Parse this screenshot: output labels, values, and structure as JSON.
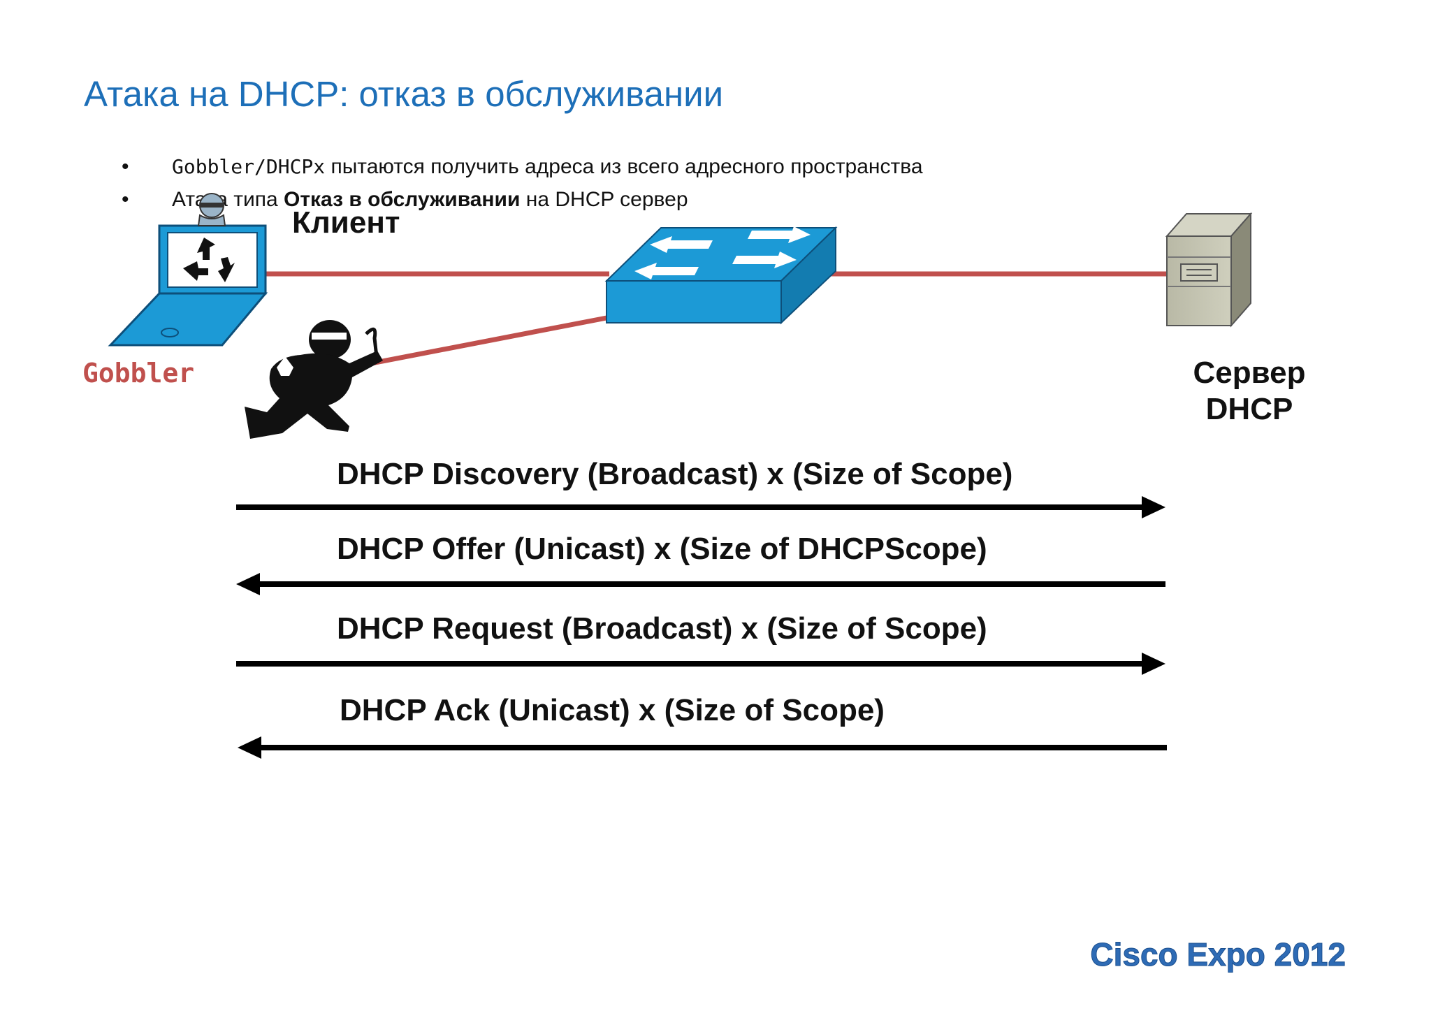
{
  "slide": {
    "title": "Атака на DHCP: отказ в обслуживании",
    "bullets": [
      {
        "mono": "Gobbler/DHCPx",
        "text": " пытаются получить адреса из всего адресного пространства"
      },
      {
        "pre": "Атака типа ",
        "bold": "Отказ в обслуживании",
        "post": " на DHCP сервер"
      }
    ]
  },
  "diagram": {
    "client_label": "Клиент",
    "attacker_label": "Gobbler",
    "server_label": [
      "Сервер",
      "DHCP"
    ],
    "link_color": "#c0504d",
    "switch_color": "#1c9ad6",
    "attacker_label_color": "#c0504d",
    "icons": [
      "laptop-icon",
      "switch-icon",
      "server-icon",
      "hacker-icon"
    ],
    "messages": [
      {
        "label": "DHCP Discovery (Broadcast) x (Size of Scope)",
        "direction": "right"
      },
      {
        "label": "DHCP Offer (Unicast) x (Size of DHCPScope)",
        "direction": "left"
      },
      {
        "label": "DHCP Request (Broadcast) x (Size of Scope)",
        "direction": "right"
      },
      {
        "label": "DHCP Ack (Unicast) x (Size of Scope)",
        "direction": "left"
      }
    ]
  },
  "footer": {
    "logo_text": "Cisco Expo 2012",
    "logo_color": "#2e6bb5"
  }
}
